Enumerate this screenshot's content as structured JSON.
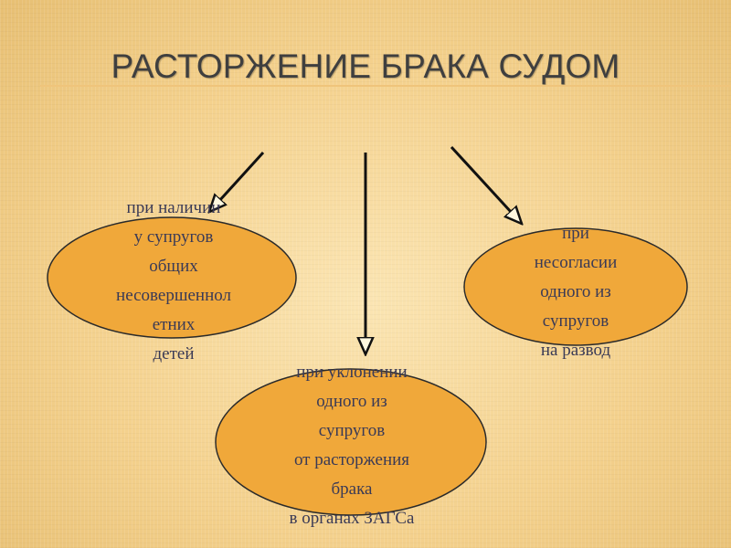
{
  "title": "РАСТОРЖЕНИЕ БРАКА СУДОМ",
  "colors": {
    "ellipse_fill": "#f0a83a",
    "ellipse_stroke": "#2a2a2a",
    "arrow": "#111111",
    "title_rule": "#efc47b",
    "node_text": "#3a3a56"
  },
  "nodes": {
    "left": {
      "lines": [
        "при наличии",
        "у супругов",
        "общих",
        "несовершеннол",
        "етних",
        "детей"
      ]
    },
    "right": {
      "lines": [
        "при",
        "несогласии",
        "одного из",
        "супругов",
        "на развод"
      ]
    },
    "bottom": {
      "lines": [
        "при уклонении",
        "одного из",
        "супругов",
        "от расторжения",
        "брака",
        "в органах ЗАГСа"
      ]
    }
  }
}
